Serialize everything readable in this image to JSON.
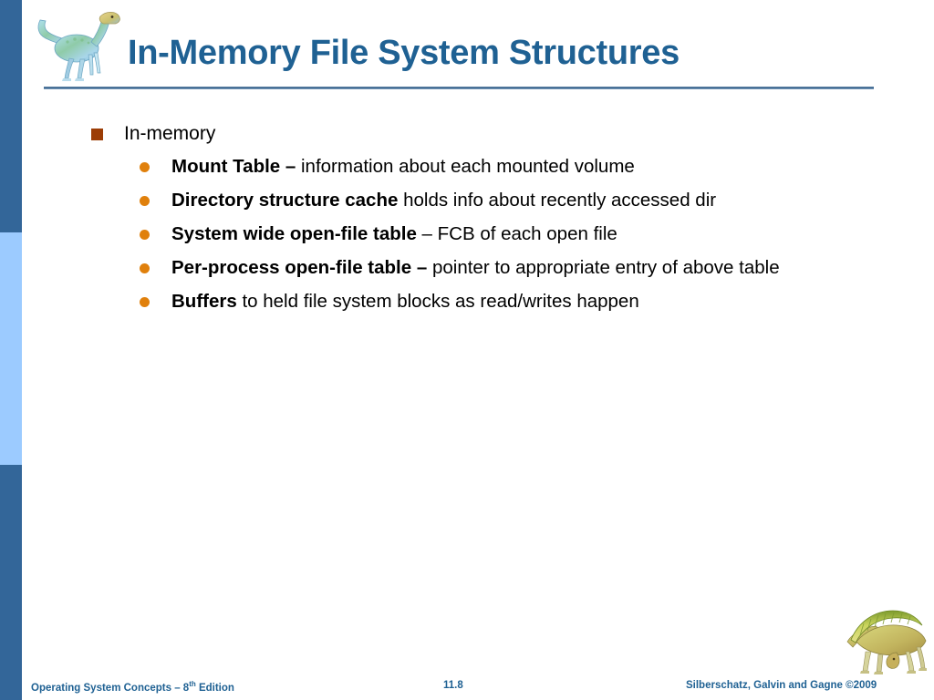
{
  "theme": {
    "sidebar_dark": "#336699",
    "sidebar_light": "#9CCBFF",
    "title_color": "#1F6193",
    "square_bullet_color": "#9C3D06",
    "dot_bullet_color": "#E0800C",
    "body_text_color": "#000000",
    "background": "#FFFFFF"
  },
  "header": {
    "title": "In-Memory File System Structures",
    "logo_icon": "dinosaur-ornithopod-icon"
  },
  "body": {
    "bullets": [
      {
        "level": 1,
        "marker": "square-bullet-icon",
        "text": "In-memory"
      },
      {
        "level": 2,
        "marker": "dot-bullet-icon",
        "lead": "Mount Table –",
        "rest": " information about each mounted volume"
      },
      {
        "level": 2,
        "marker": "dot-bullet-icon",
        "lead": "Directory structure cache",
        "rest": " holds info about recently accessed dir"
      },
      {
        "level": 2,
        "marker": "dot-bullet-icon",
        "lead": "System wide open-file table",
        "rest": " – FCB of each open file"
      },
      {
        "level": 2,
        "marker": "dot-bullet-icon",
        "lead": "Per-process open-file table –",
        "rest": " pointer to appropriate entry of above table"
      },
      {
        "level": 2,
        "marker": "dot-bullet-icon",
        "lead": "Buffers",
        "rest": " to held file system blocks as read/writes happen"
      }
    ]
  },
  "decoration": {
    "corner_icon": "dinosaur-spinosaurus-icon"
  },
  "footer": {
    "left_text_before_sup": "Operating System Concepts – 8",
    "left_sup": "th",
    "left_text_after_sup": " Edition",
    "page_number": "11.8",
    "right_text": "Silberschatz, Galvin and Gagne ©2009"
  }
}
